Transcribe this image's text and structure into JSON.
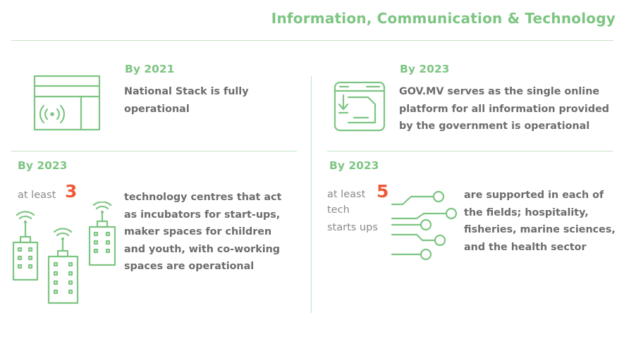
{
  "header": {
    "title": "Information, Communication & Technology"
  },
  "blocks": {
    "national_stack": {
      "year": "By 2021",
      "text_lines": [
        "National Stack is fully",
        "operational"
      ]
    },
    "gov_mv": {
      "year": "By 2023",
      "text_lines": [
        "GOV.MV serves as the single online",
        "platform for all information provided",
        "by the government is operational"
      ]
    },
    "tech_centres": {
      "year": "By 2023",
      "prefix": "at least",
      "number": "3",
      "text_lines": [
        "technology centres that act",
        "as incubators for start-ups,",
        "maker spaces for children",
        "and youth, with co-working",
        "spaces are operational"
      ]
    },
    "startups": {
      "year": "By 2023",
      "prefix_lines": [
        "at least",
        "tech",
        "starts ups"
      ],
      "number": "5",
      "text_lines": [
        "are supported in each of",
        "the fields; hospitality,",
        "fisheries, marine sciences,",
        "and the health sector"
      ]
    }
  },
  "colors": {
    "accent": "#7dc582",
    "highlight": "#ec5b37",
    "text": "#6c6c6c",
    "divider": "#c4e4c5"
  },
  "icons": [
    "browser-broadcast-icon",
    "document-download-icon",
    "wifi-buildings-icon",
    "circuit-lines-icon"
  ]
}
